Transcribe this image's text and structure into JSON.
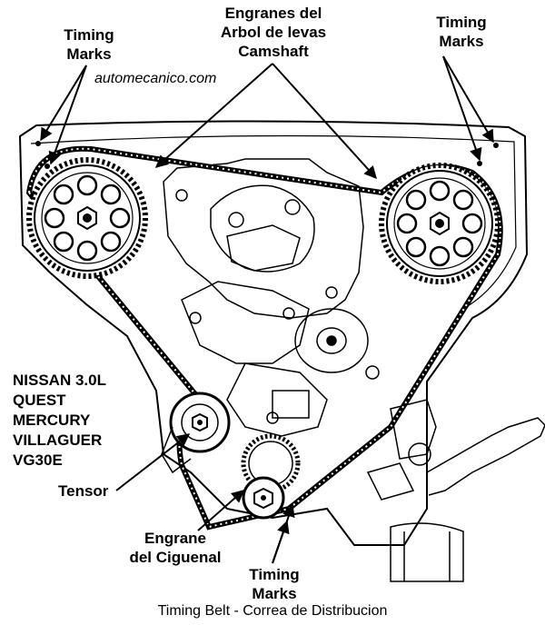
{
  "labels": {
    "timing_marks_tl": [
      "Timing",
      "Marks"
    ],
    "camshaft": [
      "Engranes del",
      "Arbol de levas",
      "Camshaft"
    ],
    "timing_marks_tr": [
      "Timing",
      "Marks"
    ],
    "website": "automecanico.com",
    "model": [
      "NISSAN 3.0L",
      "QUEST",
      "MERCURY",
      "VILLAGUER",
      "VG30E"
    ],
    "tensor": "Tensor",
    "crank": [
      "Engrane",
      "del Ciguenal"
    ],
    "timing_marks_bottom": [
      "Timing",
      "Marks"
    ],
    "caption": "Timing Belt - Correa de Distribucion"
  }
}
